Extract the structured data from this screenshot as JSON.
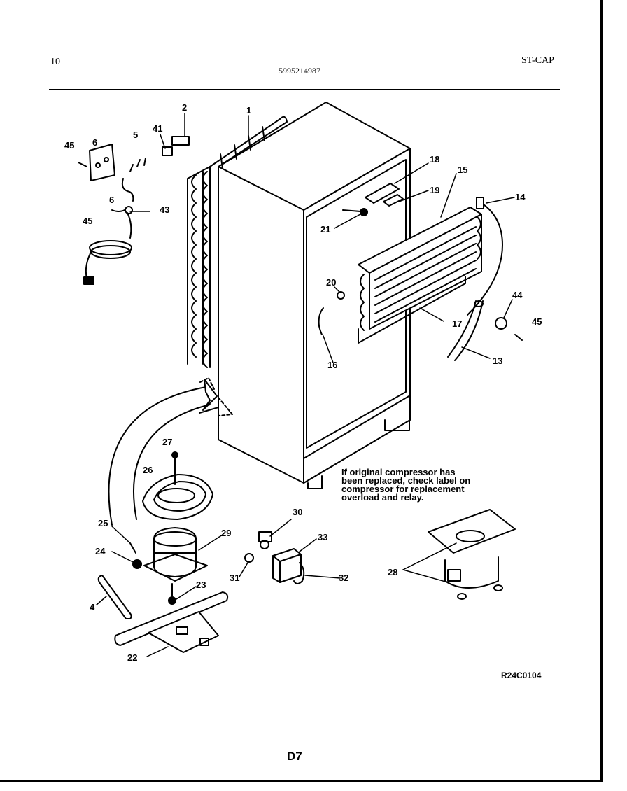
{
  "header": {
    "page_number": "10",
    "part_number": "5995214987",
    "model_code": "ST-CAP"
  },
  "diagram": {
    "callouts": [
      {
        "id": "c1",
        "text": "1"
      },
      {
        "id": "c2",
        "text": "2"
      },
      {
        "id": "c4",
        "text": "4"
      },
      {
        "id": "c5",
        "text": "5"
      },
      {
        "id": "c6a",
        "text": "6"
      },
      {
        "id": "c6b",
        "text": "6"
      },
      {
        "id": "c13",
        "text": "13"
      },
      {
        "id": "c14",
        "text": "14"
      },
      {
        "id": "c15",
        "text": "15"
      },
      {
        "id": "c16",
        "text": "16"
      },
      {
        "id": "c17",
        "text": "17"
      },
      {
        "id": "c18",
        "text": "18"
      },
      {
        "id": "c19",
        "text": "19"
      },
      {
        "id": "c20",
        "text": "20"
      },
      {
        "id": "c21",
        "text": "21"
      },
      {
        "id": "c22",
        "text": "22"
      },
      {
        "id": "c23",
        "text": "23"
      },
      {
        "id": "c24",
        "text": "24"
      },
      {
        "id": "c25",
        "text": "25"
      },
      {
        "id": "c26",
        "text": "26"
      },
      {
        "id": "c27",
        "text": "27"
      },
      {
        "id": "c28",
        "text": "28"
      },
      {
        "id": "c29",
        "text": "29"
      },
      {
        "id": "c30",
        "text": "30"
      },
      {
        "id": "c31",
        "text": "31"
      },
      {
        "id": "c32",
        "text": "32"
      },
      {
        "id": "c33",
        "text": "33"
      },
      {
        "id": "c41",
        "text": "41"
      },
      {
        "id": "c43",
        "text": "43"
      },
      {
        "id": "c44",
        "text": "44"
      },
      {
        "id": "c45a",
        "text": "45"
      },
      {
        "id": "c45b",
        "text": "45"
      },
      {
        "id": "c45c",
        "text": "45"
      }
    ],
    "note_lines": [
      "If original compressor has",
      "been replaced, check label on",
      "compressor for replacement",
      "overload and relay."
    ],
    "reference_code": "R24C0104"
  },
  "footer": {
    "page_code": "D7"
  }
}
